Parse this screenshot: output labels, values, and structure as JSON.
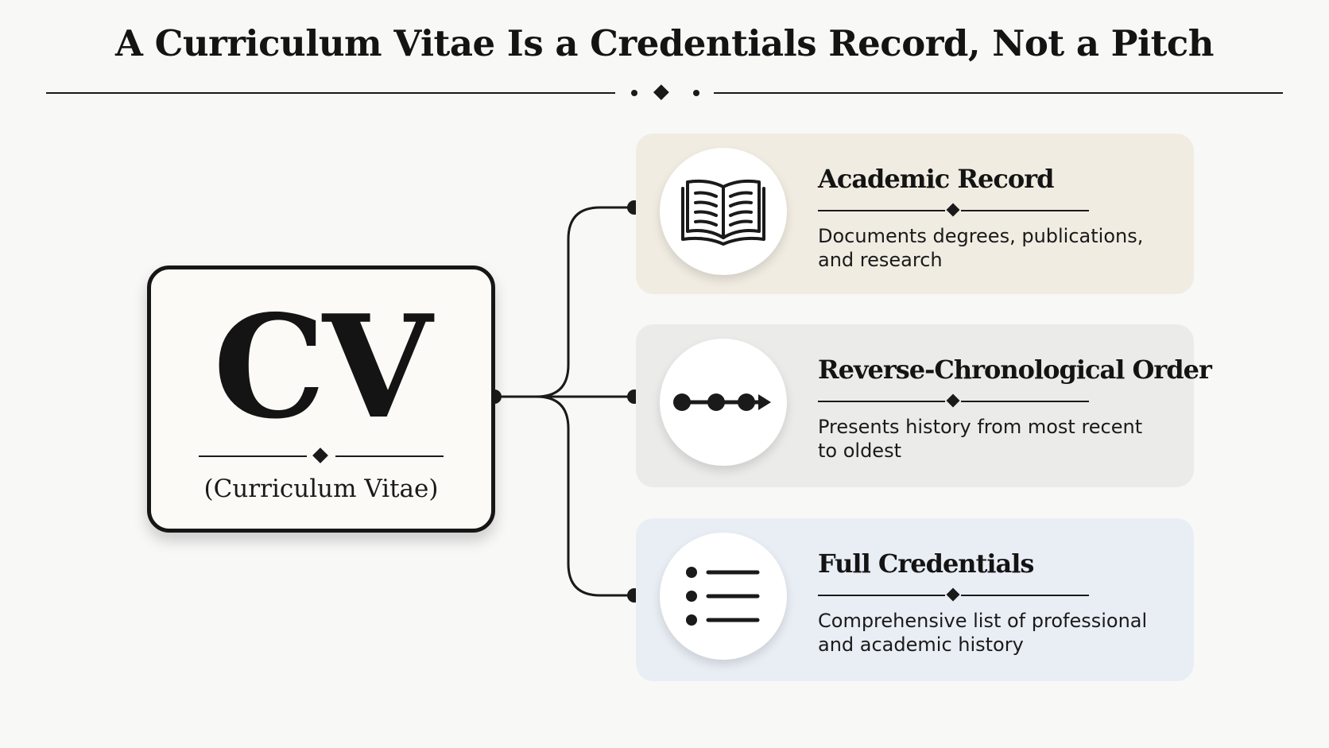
{
  "title": "A Curriculum Vitae Is a Credentials Record, Not a Pitch",
  "center": {
    "abbreviation": "CV",
    "full_name": "(Curriculum Vitae)"
  },
  "cards": [
    {
      "title": "Academic Record",
      "description": "Documents degrees, publications, and research",
      "icon": "open-book-icon",
      "background": "#f1ece2"
    },
    {
      "title": "Reverse-Chronological Order",
      "description": "Presents history from most recent to oldest",
      "icon": "timeline-arrow-icon",
      "background": "#ebebea"
    },
    {
      "title": "Full Credentials",
      "description": "Comprehensive list of professional and academic history",
      "icon": "bulleted-list-icon",
      "background": "#e9eef5"
    }
  ],
  "colors": {
    "ink": "#141414",
    "page_background": "#f8f8f7"
  }
}
